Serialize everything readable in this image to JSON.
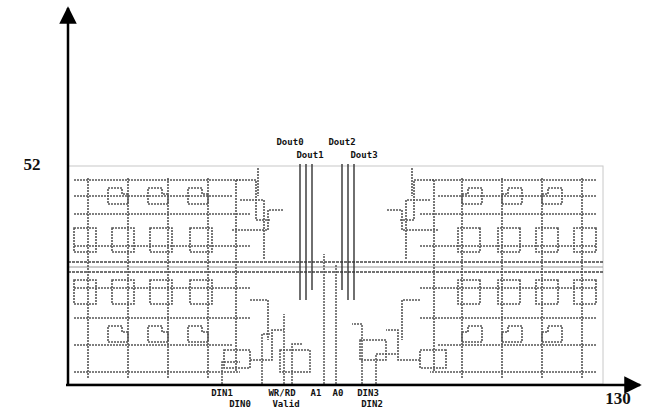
{
  "diagram": {
    "labels": [
      "52",
      "130",
      "Dout0",
      "Dout2",
      "Dout1",
      "Dout3",
      "DIN1",
      "WR/RD",
      "A1",
      "A0",
      "DIN3",
      "DIN0",
      "Valid",
      "DIN2"
    ]
  }
}
